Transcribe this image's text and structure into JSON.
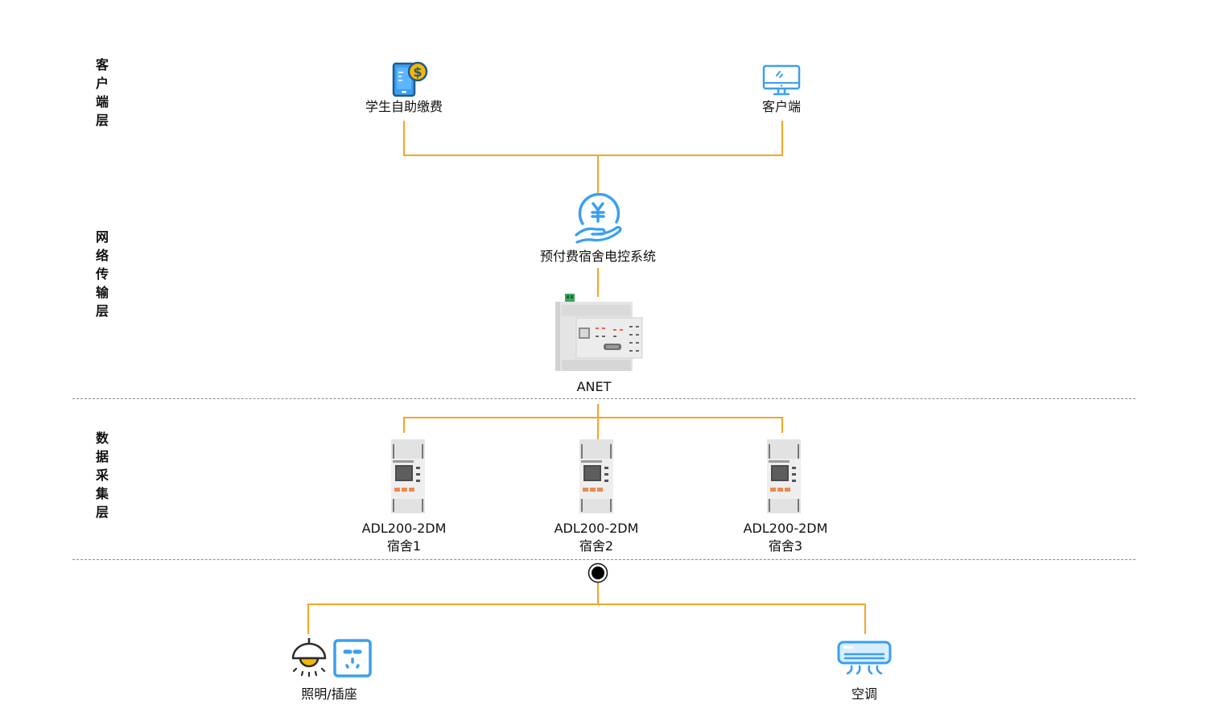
{
  "layers": [
    {
      "name": "客户端层",
      "chars": [
        "客",
        "户",
        "端",
        "层"
      ]
    },
    {
      "name": "网络传输层",
      "chars": [
        "网",
        "络",
        "传",
        "输",
        "层"
      ]
    },
    {
      "name": "数据采集层",
      "chars": [
        "数",
        "据",
        "采",
        "集",
        "层"
      ]
    }
  ],
  "client": {
    "student_payment": {
      "label": "学生自助缴费",
      "icon": "mobile-payment-icon"
    },
    "client_terminal": {
      "label": "客户端",
      "icon": "desktop-monitor-icon"
    }
  },
  "network": {
    "system": {
      "label": "预付费宿舍电控系统",
      "icon": "yuan-hand-icon"
    },
    "gateway": {
      "label": "ANET",
      "icon": "gateway-device-image"
    }
  },
  "meters": [
    {
      "model": "ADL200-2DM",
      "room": "宿舍1"
    },
    {
      "model": "ADL200-2DM",
      "room": "宿舍2"
    },
    {
      "model": "ADL200-2DM",
      "room": "宿舍3"
    }
  ],
  "loads": [
    {
      "label": "照明/插座",
      "icons": [
        "pendant-lamp-icon",
        "power-socket-icon"
      ]
    },
    {
      "label": "空调",
      "icon": "air-conditioner-icon"
    }
  ],
  "colors": {
    "wire": "#f5a623",
    "icon_blue": "#3a9ff0",
    "coin_yellow": "#f5b800",
    "divider": "#8a8a8a"
  }
}
